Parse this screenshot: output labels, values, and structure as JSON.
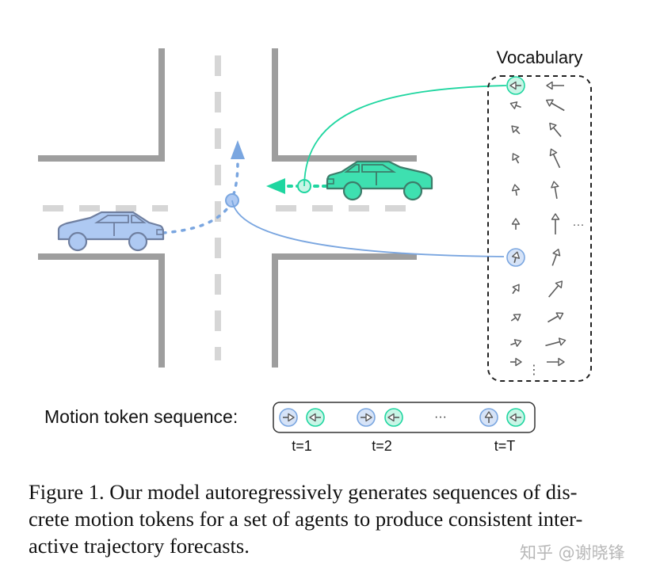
{
  "figure": {
    "vocabulary_title": "Vocabulary",
    "vocabulary_ellipsis_h": "···",
    "vocabulary_ellipsis_v": "⋮",
    "sequence_label": "Motion token sequence:",
    "sequence_ellipsis": "···",
    "time_labels": [
      "t=1",
      "t=2",
      "t=T"
    ],
    "colors": {
      "road": "#9e9e9e",
      "lane_marking": "#d6d6d6",
      "agent_blue": "#7aa6e0",
      "agent_blue_fill": "#aec9f2",
      "agent_green": "#1fd6a0",
      "agent_green_fill": "#3ee0b0",
      "token_icon": "#5a5a5a"
    },
    "icons": {
      "blue_car": "car-icon",
      "green_car": "car-icon",
      "token": "arrow-icon"
    }
  },
  "caption": {
    "lines": [
      "Figure 1. Our model autoregressively generates sequences of dis-",
      "crete motion tokens for a set of agents to produce consistent inter-",
      "active trajectory forecasts."
    ]
  },
  "watermark": "知乎 @谢晓锋"
}
